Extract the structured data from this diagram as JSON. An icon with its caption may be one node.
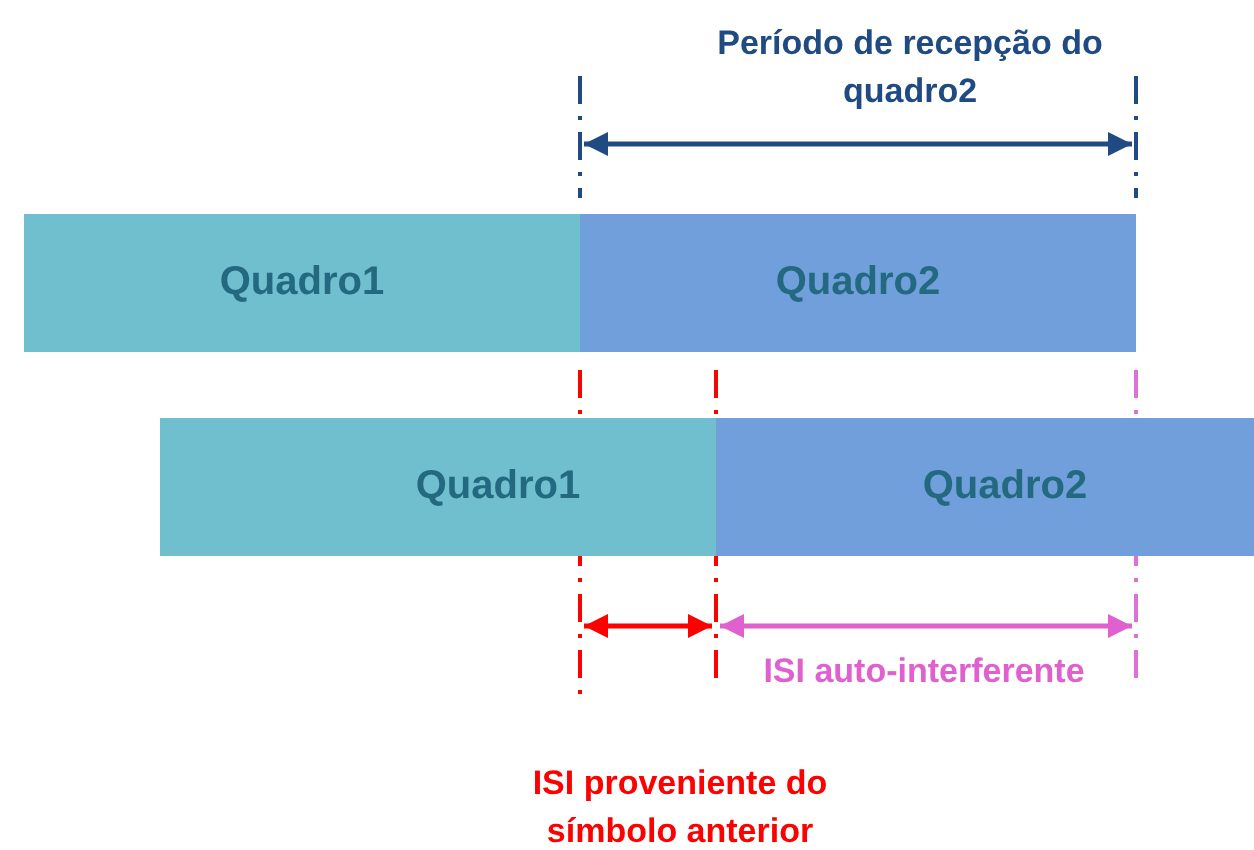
{
  "diagram": {
    "nodes": [
      {
        "text": [
          "Quadro1"
        ]
      },
      {
        "text": [
          "Quadro2"
        ]
      },
      {
        "text": [
          "Quadro1"
        ]
      },
      {
        "text": [
          "Quadro2"
        ]
      }
    ],
    "labels": [
      "Período de recepção do quadro2",
      "ISI auto-interferente",
      "ISI proveniente do símbolo anterior"
    ]
  }
}
